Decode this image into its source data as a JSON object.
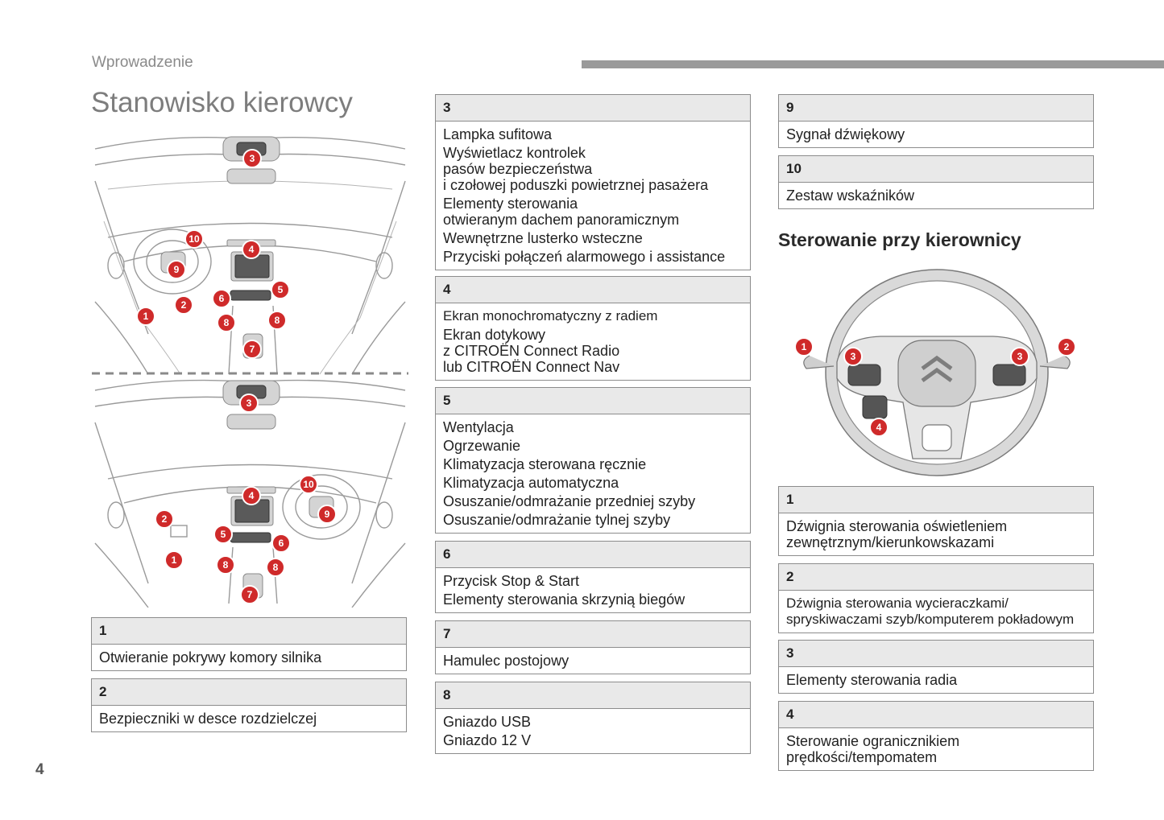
{
  "header": {
    "section": "Wprowadzenie",
    "title": "Stanowisko kierowcy",
    "page_number": "4"
  },
  "steering_title": "Sterowanie przy kierownicy",
  "dash_badges": {
    "lhd": [
      "1",
      "2",
      "3",
      "4",
      "5",
      "6",
      "7",
      "8",
      "8",
      "9",
      "10"
    ],
    "rhd": [
      "1",
      "2",
      "3",
      "4",
      "5",
      "6",
      "7",
      "8",
      "8",
      "9",
      "10"
    ]
  },
  "wheel_badges": [
    "1",
    "2",
    "3",
    "3",
    "4"
  ],
  "boxes": {
    "b1": {
      "num": "1",
      "lines": [
        "Otwieranie pokrywy komory silnika"
      ]
    },
    "b2": {
      "num": "2",
      "lines": [
        "Bezpieczniki w desce rozdzielczej"
      ]
    },
    "b3": {
      "num": "3",
      "lines": [
        "Lampka sufitowa",
        "Wyświetlacz kontrolek",
        "pasów bezpieczeństwa",
        "i czołowej poduszki powietrznej pasażera",
        "Elementy sterowania",
        "otwieranym dachem panoramicznym",
        "Wewnętrzne lusterko wsteczne",
        "Przyciski połączeń alarmowego i assistance"
      ]
    },
    "b4": {
      "num": "4",
      "lines": [
        "Ekran monochromatyczny z radiem",
        "Ekran dotykowy",
        "z CITROËN Connect Radio",
        "lub CITROËN Connect Nav"
      ]
    },
    "b5": {
      "num": "5",
      "lines": [
        "Wentylacja",
        "Ogrzewanie",
        "Klimatyzacja sterowana ręcznie",
        "Klimatyzacja automatyczna",
        "Osuszanie/odmrażanie przedniej szyby",
        "Osuszanie/odmrażanie tylnej szyby"
      ]
    },
    "b6": {
      "num": "6",
      "lines": [
        "Przycisk Stop & Start",
        "Elementy sterowania skrzynią biegów"
      ]
    },
    "b7": {
      "num": "7",
      "lines": [
        "Hamulec postojowy"
      ]
    },
    "b8": {
      "num": "8",
      "lines": [
        "Gniazdo USB",
        "Gniazdo 12 V"
      ]
    },
    "b9": {
      "num": "9",
      "lines": [
        "Sygnał dźwiękowy"
      ]
    },
    "b10": {
      "num": "10",
      "lines": [
        "Zestaw wskaźników"
      ]
    },
    "s1": {
      "num": "1",
      "lines": [
        "Dźwignia sterowania oświetleniem",
        "zewnętrznym/kierunkowskazami"
      ]
    },
    "s2": {
      "num": "2",
      "lines": [
        "Dźwignia sterowania wycieraczkami/",
        "spryskiwaczami szyb/komputerem pokładowym"
      ]
    },
    "s3": {
      "num": "3",
      "lines": [
        "Elementy sterowania radia"
      ]
    },
    "s4": {
      "num": "4",
      "lines": [
        "Sterowanie ogranicznikiem",
        "prędkości/tempomatem"
      ]
    }
  }
}
